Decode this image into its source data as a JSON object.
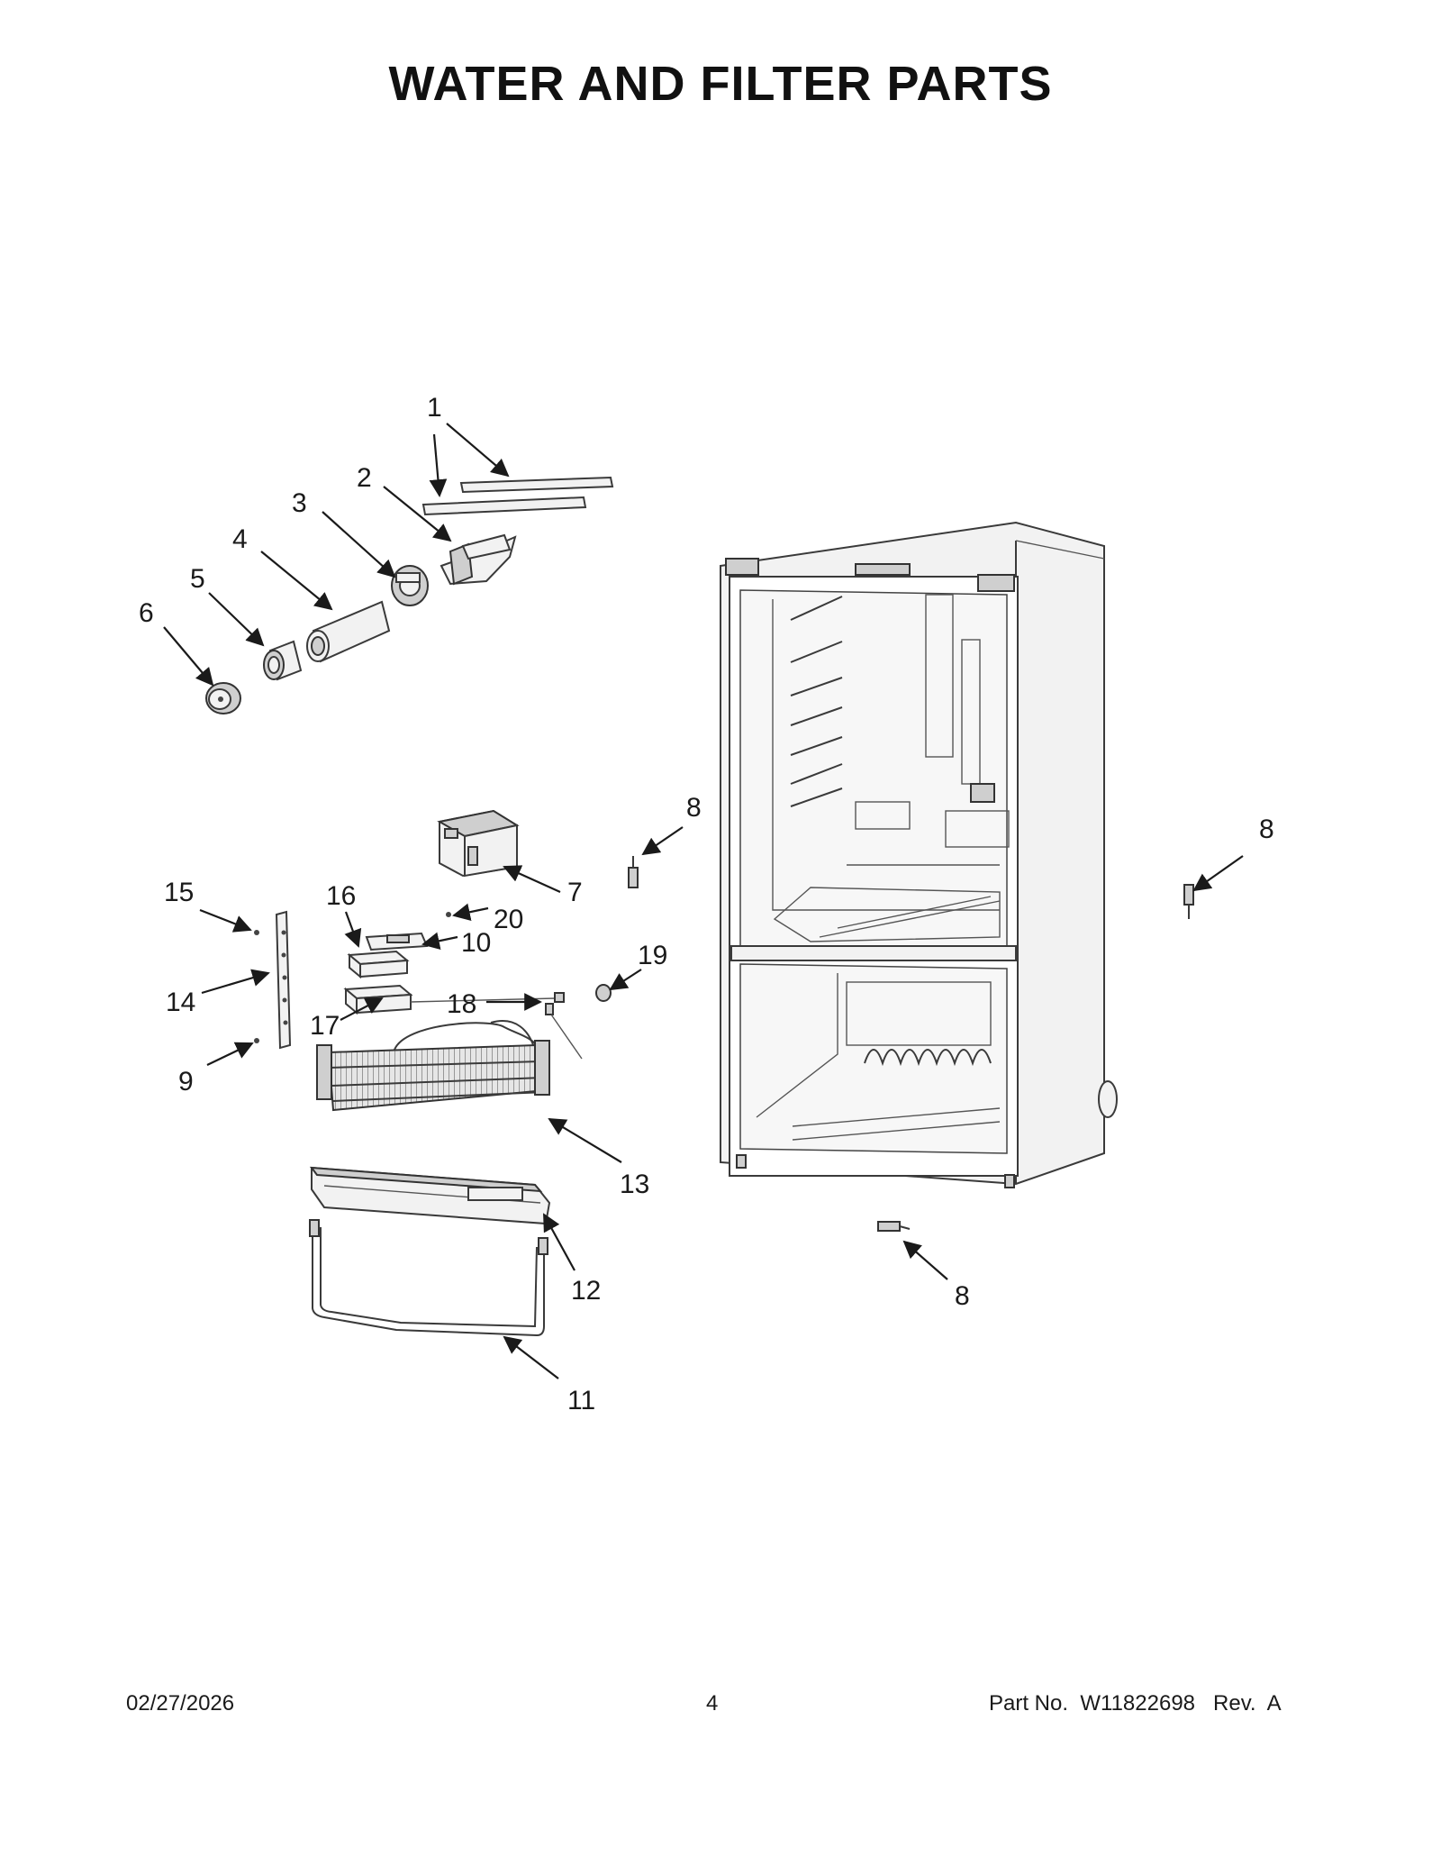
{
  "page_title": "WATER AND FILTER PARTS",
  "callouts": [
    "1",
    "2",
    "3",
    "4",
    "5",
    "6",
    "7",
    "8",
    "8",
    "8",
    "9",
    "10",
    "11",
    "12",
    "13",
    "14",
    "15",
    "16",
    "17",
    "18",
    "19",
    "20"
  ],
  "footer": {
    "date": "02/27/2026",
    "page_number": "4",
    "part_no": "Part No.  W11822698   Rev.  A"
  }
}
